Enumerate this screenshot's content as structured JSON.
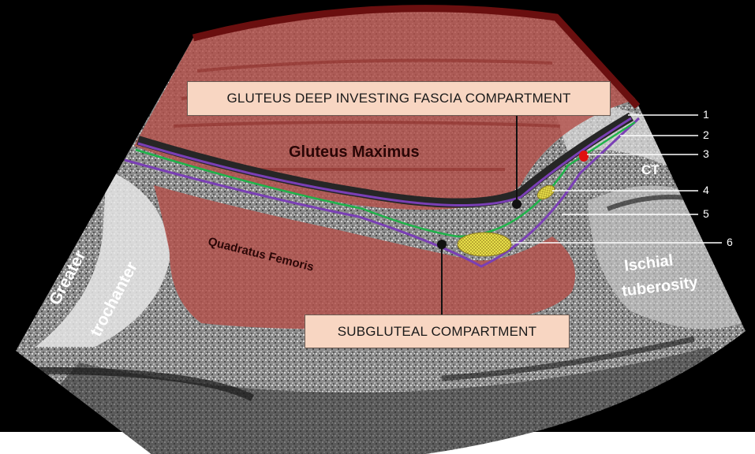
{
  "image": {
    "description_free": true
  },
  "callouts": {
    "deep_fascia": "GLUTEUS DEEP INVESTING FASCIA COMPARTMENT",
    "subgluteal": "SUBGLUTEAL COMPARTMENT"
  },
  "structures": {
    "gluteus_maximus": "Gluteus Maximus",
    "quadratus_femoris": "Quadratus Femoris",
    "ct": "CT",
    "ischial_line1": "Ischial",
    "ischial_line2": "tuberosity",
    "greater_line1": "Greater",
    "greater_line2": "trochanter"
  },
  "markers": [
    "1",
    "2",
    "3",
    "4",
    "5",
    "6"
  ],
  "colors": {
    "muscle_overlay": "#b3504a",
    "fascia_purple": "#7a3fb5",
    "fascia_green": "#1fb34a",
    "nerve_yellow": "#e8e04a",
    "artery_red": "#e01010",
    "callout_fill": "#f8d6c2"
  }
}
